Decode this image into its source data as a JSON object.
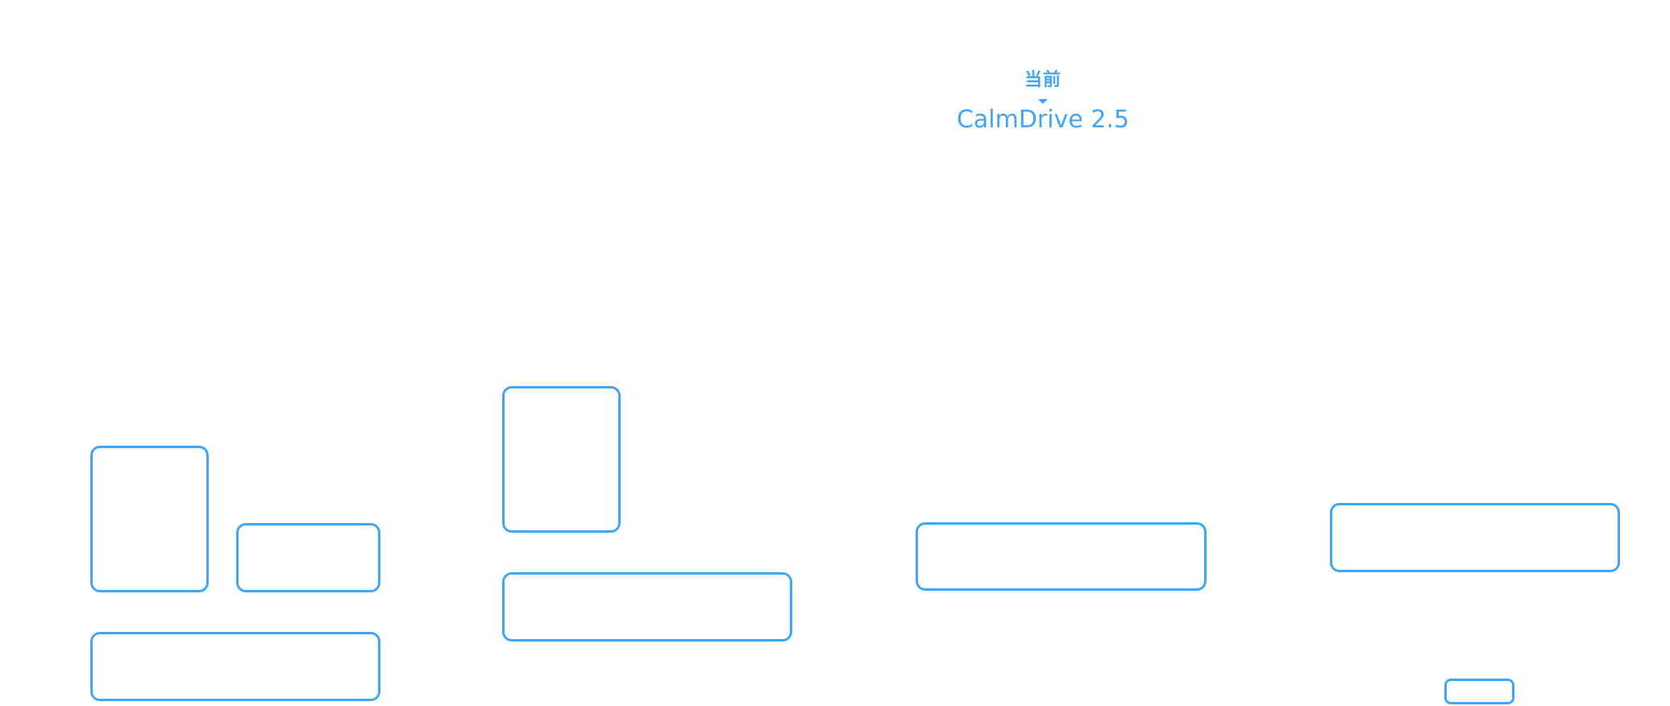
{
  "marker": {
    "label": "当前",
    "arrow_icon": "caret-down-icon",
    "version": "CalmDrive 2.5"
  },
  "colors": {
    "accent": "#42A5F5",
    "background": "#FFFFFF"
  },
  "blocks": [
    {
      "group": 1,
      "label": ""
    },
    {
      "group": 1,
      "label": ""
    },
    {
      "group": 1,
      "label": ""
    },
    {
      "group": 2,
      "label": ""
    },
    {
      "group": 2,
      "label": ""
    },
    {
      "group": 3,
      "label": ""
    },
    {
      "group": 4,
      "label": ""
    },
    {
      "group": 4,
      "label": ""
    }
  ]
}
